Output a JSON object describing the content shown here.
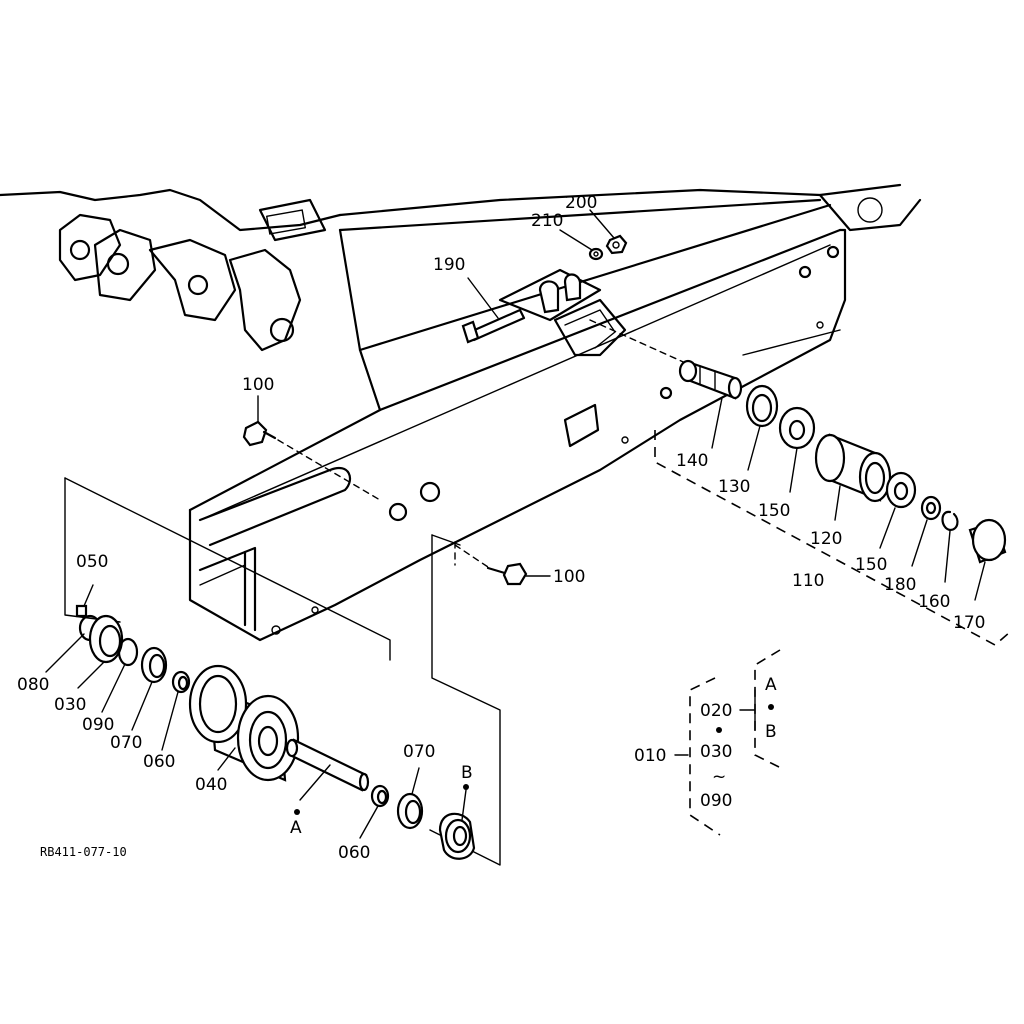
{
  "diagram_ref": "RB411-077-10",
  "callouts": {
    "p010": "010",
    "p020": "020",
    "p030": "030",
    "p030b": "030",
    "p040": "040",
    "p050": "050",
    "p060a": "060",
    "p060b": "060",
    "p070a": "070",
    "p070b": "070",
    "p080": "080",
    "p090": "090",
    "p090b": "090",
    "p100a": "100",
    "p100b": "100",
    "p110": "110",
    "p120": "120",
    "p130": "130",
    "p140": "140",
    "p150a": "150",
    "p150b": "150",
    "p160": "160",
    "p170": "170",
    "p180": "180",
    "p190": "190",
    "p200": "200",
    "p210": "210"
  },
  "markers": {
    "a1": "A",
    "a2": "A",
    "b1": "B",
    "b2": "B",
    "range_symbol": "~"
  }
}
